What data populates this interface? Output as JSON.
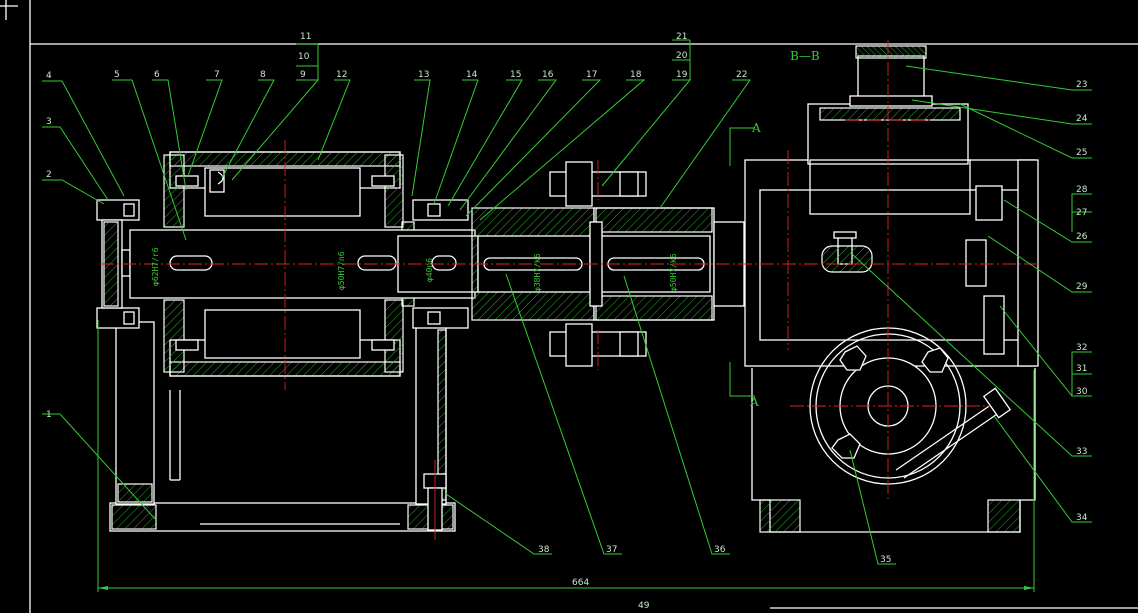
{
  "drawing": {
    "section_title": "B—B",
    "section_marks": [
      "A",
      "A"
    ],
    "dimension_overall": "664",
    "dimension_bottom": "49",
    "fit_labels": [
      "φ62H7/r6",
      "φ50H7/n6",
      "φ40n6",
      "φ38H7/k6",
      "φ50H7/k6"
    ],
    "part_numbers": [
      "1",
      "2",
      "3",
      "4",
      "5",
      "6",
      "7",
      "8",
      "9",
      "10",
      "11",
      "12",
      "13",
      "14",
      "15",
      "16",
      "17",
      "18",
      "19",
      "20",
      "21",
      "22",
      "23",
      "24",
      "25",
      "26",
      "27",
      "28",
      "29",
      "30",
      "31",
      "32",
      "33",
      "34",
      "35",
      "36",
      "37",
      "38"
    ]
  },
  "colors": {
    "background": "#000000",
    "outline": "#ffffff",
    "leader": "#33cc33",
    "centerline": "#dd2222"
  }
}
